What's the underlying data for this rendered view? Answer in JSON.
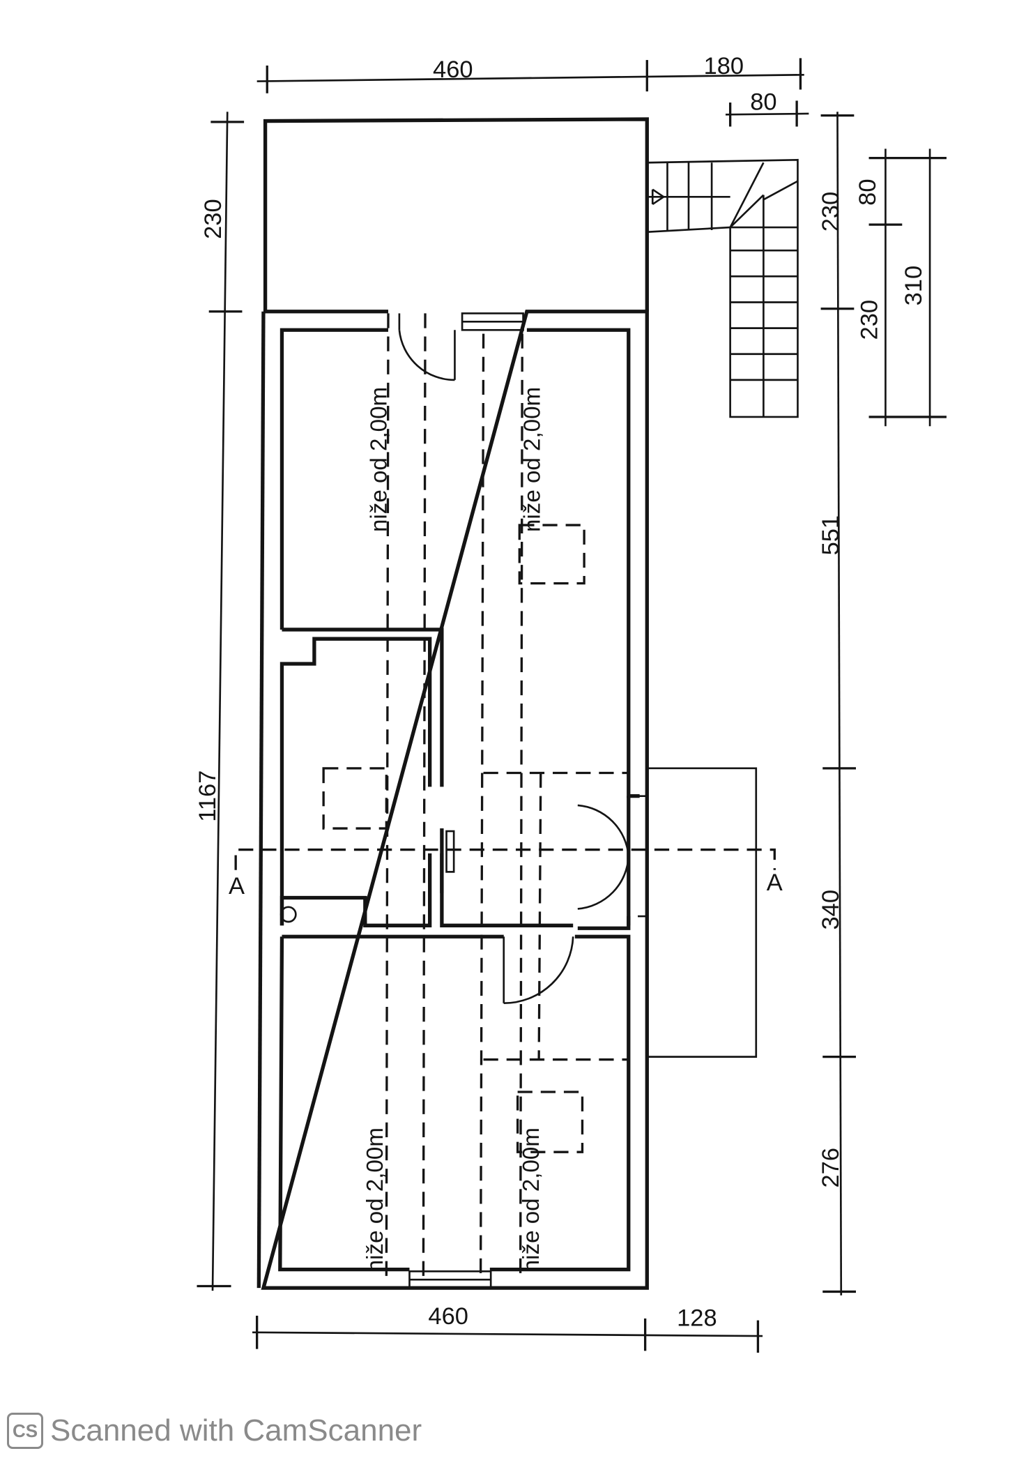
{
  "dimensions": {
    "top": [
      "460",
      "180",
      "80"
    ],
    "left": [
      "230",
      "1167"
    ],
    "right": [
      "230",
      "230",
      "551",
      "340",
      "276"
    ],
    "far_right": [
      "80",
      "310"
    ],
    "bottom": [
      "460",
      "128"
    ]
  },
  "notes": {
    "height_label": "niže od 2,00m"
  },
  "section": {
    "label_left": "A",
    "label_right": "A"
  },
  "watermark": {
    "logo": "CS",
    "text": "Scanned with CamScanner"
  }
}
